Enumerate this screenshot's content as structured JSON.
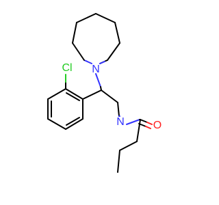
{
  "molecule": {
    "atoms": {
      "nitrogen_ring": "N",
      "chlorine": "Cl",
      "nitrogen_amide": "N",
      "oxygen": "O"
    },
    "colors": {
      "bond": "#000000",
      "nitrogen": "#3333ff",
      "oxygen": "#ff2020",
      "chlorine": "#22cc22",
      "background": "#ffffff"
    }
  }
}
